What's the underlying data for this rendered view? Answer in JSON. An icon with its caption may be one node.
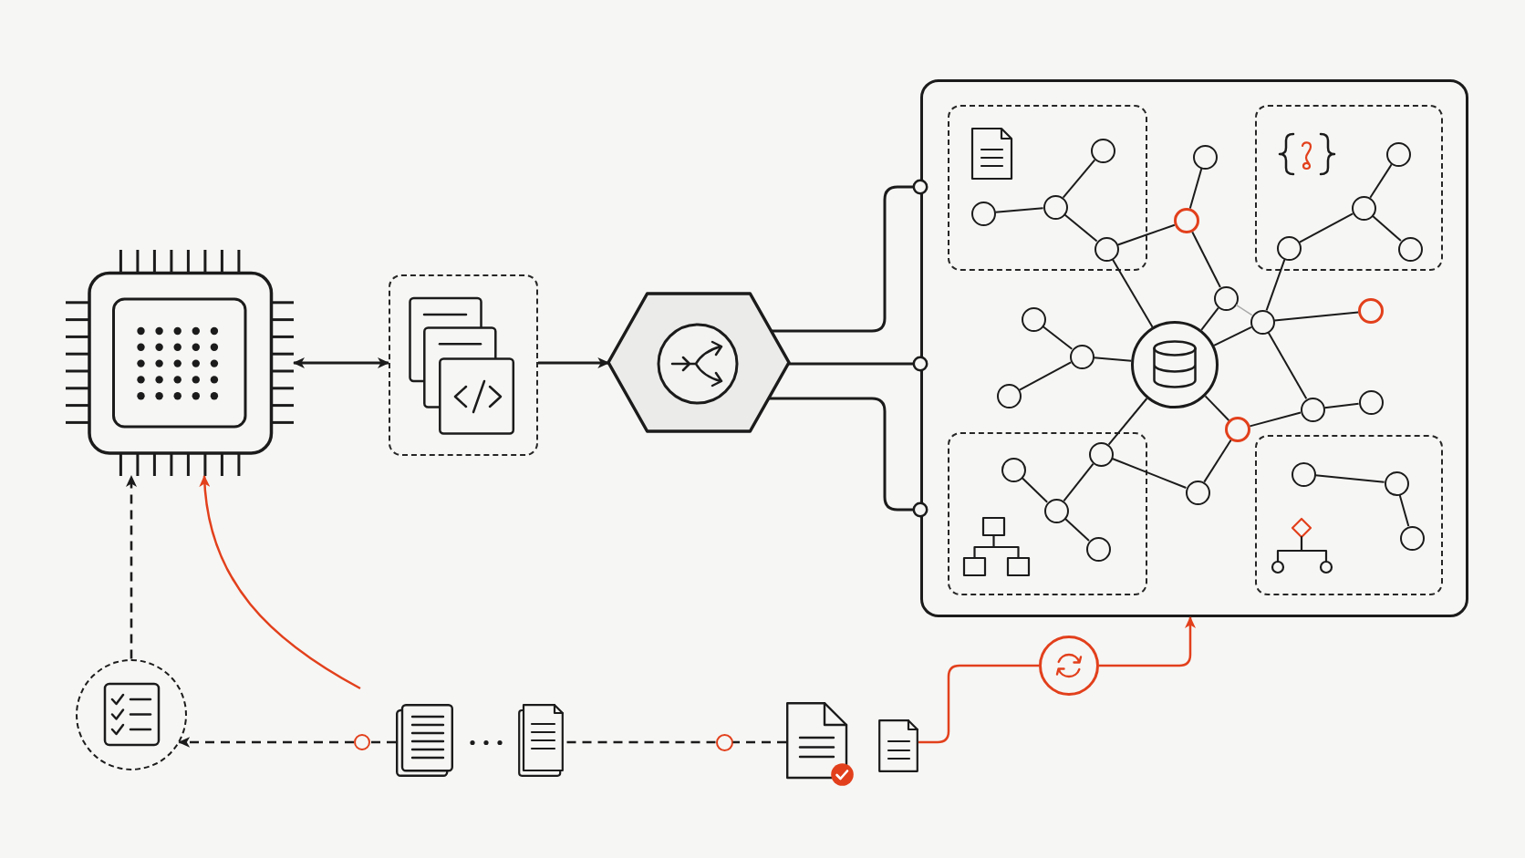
{
  "diagram": {
    "nodes": [
      {
        "text": [],
        "shape": "picture"
      },
      {
        "text": [],
        "shape": "box"
      },
      {
        "text": [],
        "shape": "hexagon"
      },
      {
        "text": [],
        "shape": "box"
      },
      {
        "text": [],
        "shape": "box",
        "in": 3
      },
      {
        "text": [],
        "shape": "box",
        "in": 3
      },
      {
        "text": [],
        "shape": "box",
        "in": 3
      },
      {
        "text": [],
        "shape": "box",
        "in": 3
      },
      {
        "text": [],
        "shape": "circle",
        "in": 3
      },
      {
        "text": [],
        "shape": "circle",
        "in": 4
      },
      {
        "text": [],
        "shape": "circle",
        "in": 4
      },
      {
        "text": [],
        "shape": "circle",
        "in": 4
      },
      {
        "text": [],
        "shape": "circle",
        "in": 4
      },
      {
        "text": [],
        "shape": "circle",
        "in": 5
      },
      {
        "text": [],
        "shape": "circle",
        "in": 5
      },
      {
        "text": [],
        "shape": "circle",
        "in": 5
      },
      {
        "text": [],
        "shape": "circle",
        "in": 5
      },
      {
        "text": [],
        "shape": "circle",
        "in": 3
      },
      {
        "text": [],
        "shape": "circle",
        "in": 3
      },
      {
        "text": [],
        "shape": "circle",
        "in": 3
      },
      {
        "text": [],
        "shape": "circle",
        "in": 3
      },
      {
        "text": [],
        "shape": "circle",
        "in": 3
      },
      {
        "text": [],
        "shape": "circle",
        "in": 3
      },
      {
        "text": [],
        "shape": "circle",
        "in": 3
      },
      {
        "text": [],
        "shape": "circle",
        "in": 3
      },
      {
        "text": [],
        "shape": "circle",
        "in": 3
      },
      {
        "text": [],
        "shape": "circle",
        "in": 3
      },
      {
        "text": [],
        "shape": "circle",
        "in": 3
      },
      {
        "text": [],
        "shape": "circle",
        "in": 3
      },
      {
        "text": [],
        "shape": "circle",
        "in": 6
      },
      {
        "text": [],
        "shape": "circle",
        "in": 6
      },
      {
        "text": [],
        "shape": "circle",
        "in": 6
      },
      {
        "text": [],
        "shape": "circle",
        "in": 6
      },
      {
        "text": [],
        "shape": "circle",
        "in": 7
      },
      {
        "text": [],
        "shape": "circle",
        "in": 7
      },
      {
        "text": [],
        "shape": "circle",
        "in": 7
      },
      {
        "text": [],
        "shape": "circle"
      },
      {
        "text": [],
        "shape": "circle"
      },
      {
        "text": [],
        "shape": "picture"
      },
      {
        "text": [],
        "shape": "picture"
      },
      {
        "text": [],
        "shape": "circle"
      },
      {
        "text": [],
        "shape": "picture"
      },
      {
        "text": [],
        "shape": "picture"
      },
      {
        "text": [],
        "shape": "circle"
      }
    ],
    "edges": [
      {
        "from": 0,
        "to": 1,
        "arrow": "both"
      },
      {
        "from": 1,
        "to": 2,
        "arrow": "to"
      },
      {
        "from": 2,
        "to": 3,
        "arrow": "other"
      },
      {
        "from": 2,
        "to": 3,
        "arrow": "other"
      },
      {
        "from": 2,
        "to": 3,
        "arrow": "other"
      },
      {
        "from": 10,
        "to": 11,
        "arrow": "none"
      },
      {
        "from": 11,
        "to": 9,
        "arrow": "none"
      },
      {
        "from": 11,
        "to": 12,
        "arrow": "none"
      },
      {
        "from": 12,
        "to": 18,
        "arrow": "none"
      },
      {
        "from": 12,
        "to": 8,
        "arrow": "none"
      },
      {
        "from": 18,
        "to": 17,
        "arrow": "none"
      },
      {
        "from": 18,
        "to": 19,
        "arrow": "none"
      },
      {
        "from": 19,
        "to": 8,
        "arrow": "none"
      },
      {
        "from": 19,
        "to": 20,
        "arrow": "none",
        "color": "#a9a9a9"
      },
      {
        "from": 20,
        "to": 8,
        "arrow": "none"
      },
      {
        "from": 20,
        "to": 15,
        "arrow": "none"
      },
      {
        "from": 15,
        "to": 14,
        "arrow": "none"
      },
      {
        "from": 14,
        "to": 13,
        "arrow": "none"
      },
      {
        "from": 14,
        "to": 16,
        "arrow": "none"
      },
      {
        "from": 20,
        "to": 21,
        "arrow": "none"
      },
      {
        "from": 20,
        "to": 25,
        "arrow": "none"
      },
      {
        "from": 25,
        "to": 26,
        "arrow": "none"
      },
      {
        "from": 25,
        "to": 27,
        "arrow": "none"
      },
      {
        "from": 27,
        "to": 8,
        "arrow": "none"
      },
      {
        "from": 27,
        "to": 28,
        "arrow": "none"
      },
      {
        "from": 28,
        "to": 29,
        "arrow": "none"
      },
      {
        "from": 29,
        "to": 8,
        "arrow": "none"
      },
      {
        "from": 29,
        "to": 31,
        "arrow": "none"
      },
      {
        "from": 31,
        "to": 30,
        "arrow": "none"
      },
      {
        "from": 31,
        "to": 32,
        "arrow": "none"
      },
      {
        "from": 23,
        "to": 8,
        "arrow": "none"
      },
      {
        "from": 23,
        "to": 22,
        "arrow": "none"
      },
      {
        "from": 23,
        "to": 24,
        "arrow": "none"
      },
      {
        "from": 33,
        "to": 34,
        "arrow": "none"
      },
      {
        "from": 34,
        "to": 35,
        "arrow": "none"
      },
      {
        "from": 36,
        "to": 0,
        "arrow": "to",
        "style": "dashed"
      },
      {
        "from": null,
        "to": 0,
        "arrow": "to",
        "color": "#e2401c"
      },
      {
        "from": 41,
        "to": 40,
        "arrow": "none",
        "style": "dashed"
      },
      {
        "from": 40,
        "to": 39,
        "arrow": "none",
        "style": "dashed"
      },
      {
        "from": 38,
        "to": 37,
        "arrow": "none",
        "style": "dashed"
      },
      {
        "from": 37,
        "to": 36,
        "arrow": "to",
        "style": "dashed"
      },
      {
        "from": 42,
        "to": 43,
        "arrow": "none",
        "color": "#e2401c"
      },
      {
        "from": 43,
        "to": 3,
        "arrow": "to",
        "color": "#e2401c"
      }
    ]
  }
}
